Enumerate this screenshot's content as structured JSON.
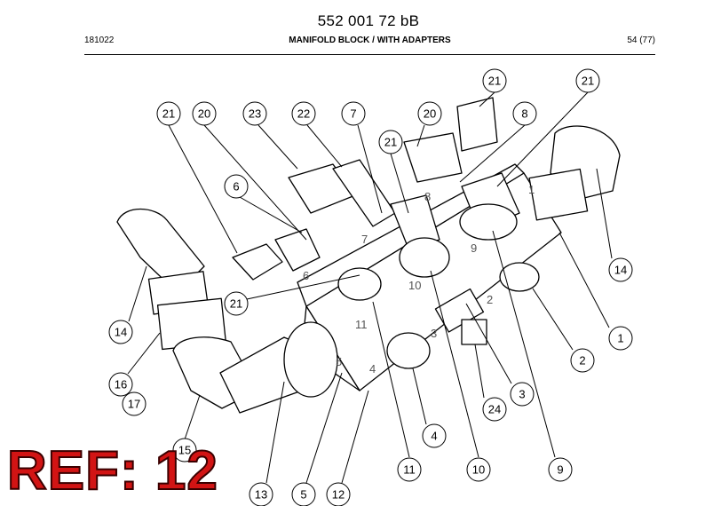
{
  "header": {
    "doc_number": "552 001 72 bB",
    "date_code": "181022",
    "title": "MANIFOLD BLOCK / WITH ADAPTERS",
    "page": "54 (77)"
  },
  "badge": {
    "text": "REF: 12",
    "color": "#d21414"
  },
  "callouts": [
    {
      "label": "21"
    },
    {
      "label": "20"
    },
    {
      "label": "23"
    },
    {
      "label": "22"
    },
    {
      "label": "7"
    },
    {
      "label": "20"
    },
    {
      "label": "21"
    },
    {
      "label": "8"
    },
    {
      "label": "21"
    },
    {
      "label": "21"
    },
    {
      "label": "6"
    },
    {
      "label": "14"
    },
    {
      "label": "21"
    },
    {
      "label": "1"
    },
    {
      "label": "14"
    },
    {
      "label": "2"
    },
    {
      "label": "16"
    },
    {
      "label": "17"
    },
    {
      "label": "3"
    },
    {
      "label": "24"
    },
    {
      "label": "4"
    },
    {
      "label": "15"
    },
    {
      "label": "11"
    },
    {
      "label": "10"
    },
    {
      "label": "9"
    },
    {
      "label": "13"
    },
    {
      "label": "5"
    },
    {
      "label": "12"
    }
  ],
  "port_labels": [
    "1",
    "2",
    "3",
    "4",
    "5",
    "6",
    "7",
    "8",
    "9",
    "10",
    "11"
  ]
}
